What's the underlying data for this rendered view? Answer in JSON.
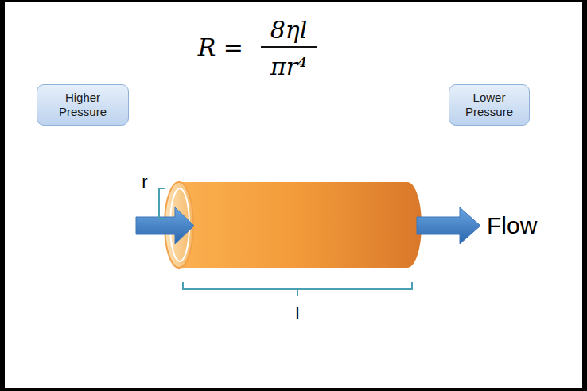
{
  "diagram": {
    "nodes": [
      {
        "text": [
          "Higher Pressure"
        ]
      },
      {
        "text": [
          "Lower Pressure"
        ]
      }
    ],
    "labels": [
      "R =",
      "8ηl",
      "πr⁴",
      "r",
      "Flow",
      "l"
    ]
  }
}
